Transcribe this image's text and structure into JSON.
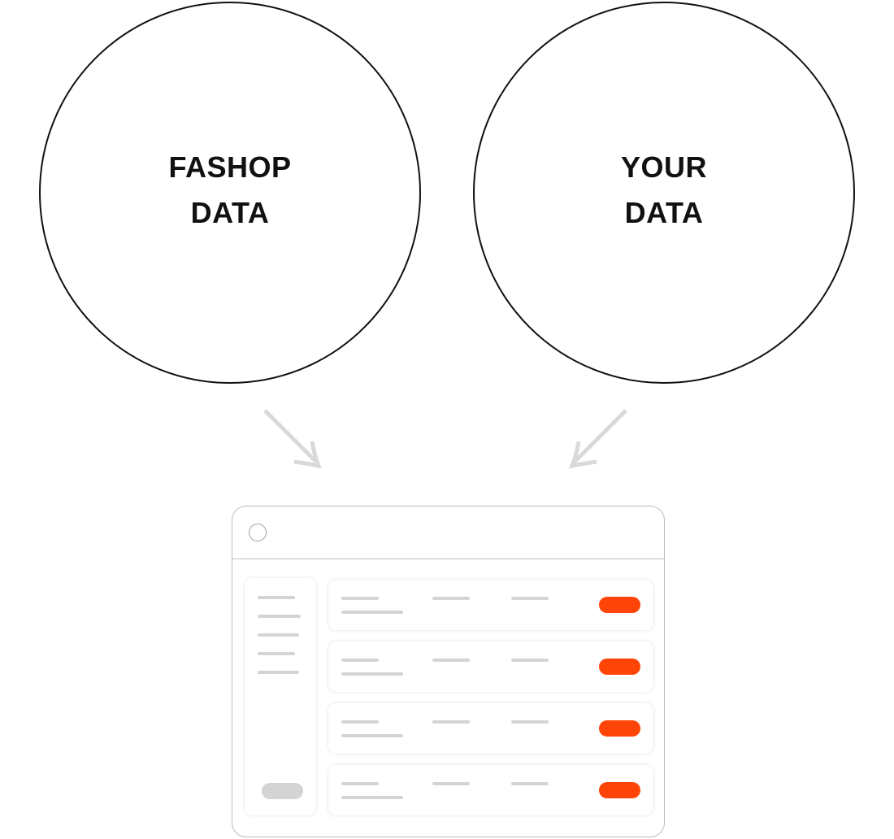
{
  "circles": {
    "left": {
      "line1": "FASHOP",
      "line2": "DATA"
    },
    "right": {
      "line1": "YOUR",
      "line2": "DATA"
    }
  },
  "colors": {
    "circle_stroke": "#111111",
    "arrow": "#d9d9d9",
    "window_border": "#bdbdbd",
    "placeholder_line": "#d4d4d4",
    "accent_pill": "#ff4408"
  },
  "window": {
    "rows": [
      {
        "status": "accent"
      },
      {
        "status": "accent"
      },
      {
        "status": "accent"
      },
      {
        "status": "accent"
      }
    ],
    "sidebar_items_count": 5
  }
}
